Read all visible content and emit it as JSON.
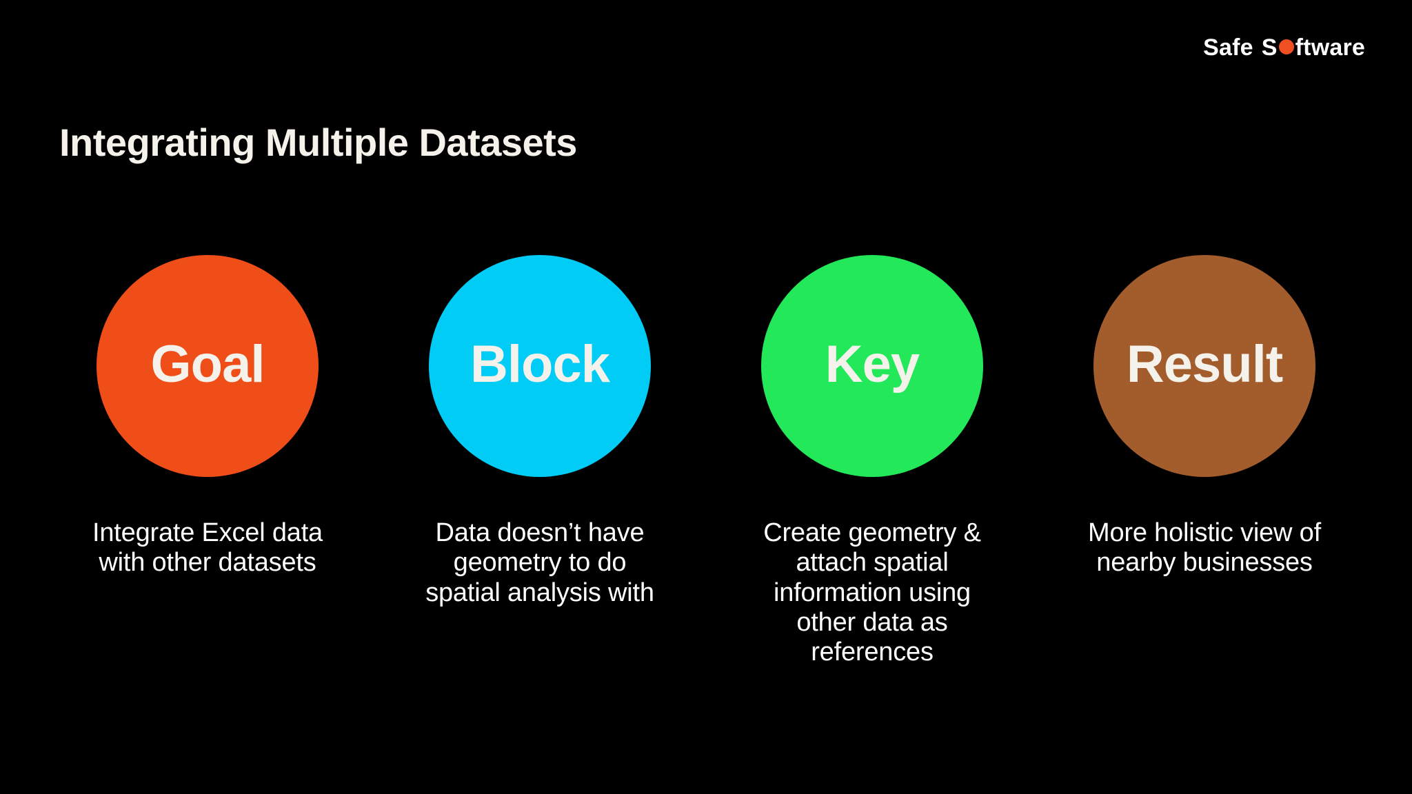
{
  "theme": {
    "background": "#000000",
    "title_color": "#F5F2EC",
    "caption_color": "#FFFFFF",
    "brand_accent": "#F04E23"
  },
  "brand": {
    "name": "Safe Software",
    "word_one": "Safe",
    "word_two_prefix": "S",
    "word_two_suffix": "ftware",
    "dot_color": "#F04E23"
  },
  "title": "Integrating Multiple Datasets",
  "columns": [
    {
      "label": "Goal",
      "circle_color": "#F04E18",
      "caption": "Integrate Excel data with other datasets"
    },
    {
      "label": "Block",
      "circle_color": "#00CCF5",
      "caption": "Data doesn’t have geometry to do spatial analysis with"
    },
    {
      "label": "Key",
      "circle_color": "#22E85A",
      "caption": "Create geometry & attach spatial information using other data as references"
    },
    {
      "label": "Result",
      "circle_color": "#A35C2B",
      "caption": "More holistic view of nearby businesses"
    }
  ]
}
